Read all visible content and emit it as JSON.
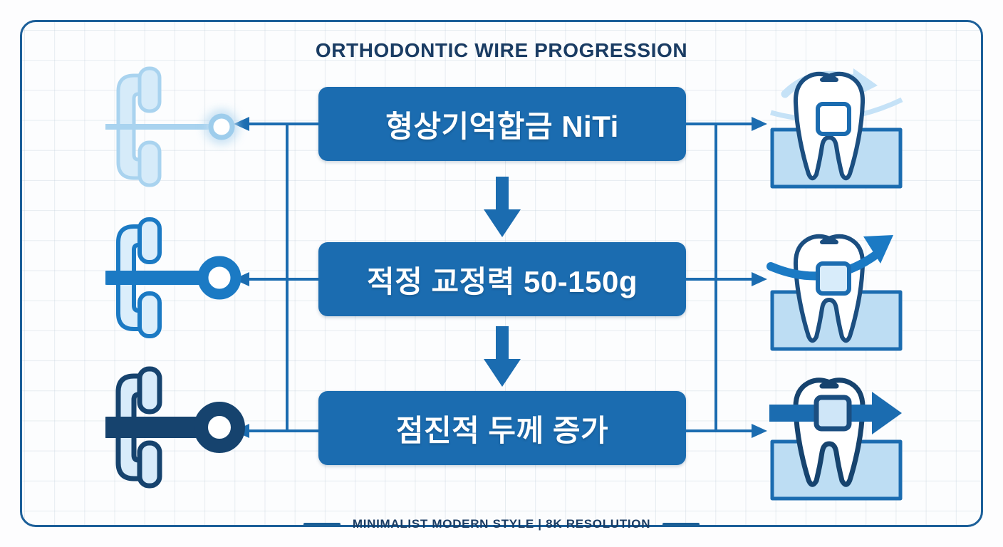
{
  "header": {
    "title": "ORTHODONTIC WIRE PROGRESSION"
  },
  "footer": {
    "text": "MINIMALIST MODERN STYLE  |  8K RESOLUTION"
  },
  "colors": {
    "frame": "#1c5f99",
    "box_fill": "#1b6cb0",
    "box_text": "#ffffff",
    "title_text": "#1a3c63",
    "arrow": "#1b6cb0",
    "stage_light": "#a9d3ef",
    "stage_medium": "#1b7ac4",
    "stage_dark": "#16436e",
    "gum_fill": "#bdddf3",
    "grid_line": "#b4c4d2"
  },
  "flow": {
    "steps": [
      {
        "id": "step-1",
        "box_label": "형상기억합금 NiTi",
        "wire_icon": "wire-bracket-thin-icon",
        "wire_stage": "light",
        "tooth_icon": "tooth-bracket-light-arc-icon",
        "tooth_stage": "light",
        "arrow_left": "arrow-left-icon",
        "arrow_right": "arrow-right-icon"
      },
      {
        "id": "step-2",
        "box_label": "적정 교정력 50-150g",
        "wire_icon": "wire-bracket-medium-icon",
        "wire_stage": "medium",
        "tooth_icon": "tooth-bracket-medium-arrow-icon",
        "tooth_stage": "medium",
        "arrow_left": "arrow-left-icon",
        "arrow_right": "arrow-right-icon"
      },
      {
        "id": "step-3",
        "box_label": "점진적 두께 증가",
        "wire_icon": "wire-bracket-thick-icon",
        "wire_stage": "dark",
        "tooth_icon": "tooth-bracket-thick-arrow-icon",
        "tooth_stage": "dark",
        "arrow_left": "arrow-left-icon",
        "arrow_right": "arrow-right-icon"
      }
    ],
    "connectors": [
      {
        "id": "connector-1-2",
        "icon": "arrow-down-icon"
      },
      {
        "id": "connector-2-3",
        "icon": "arrow-down-icon"
      }
    ]
  }
}
